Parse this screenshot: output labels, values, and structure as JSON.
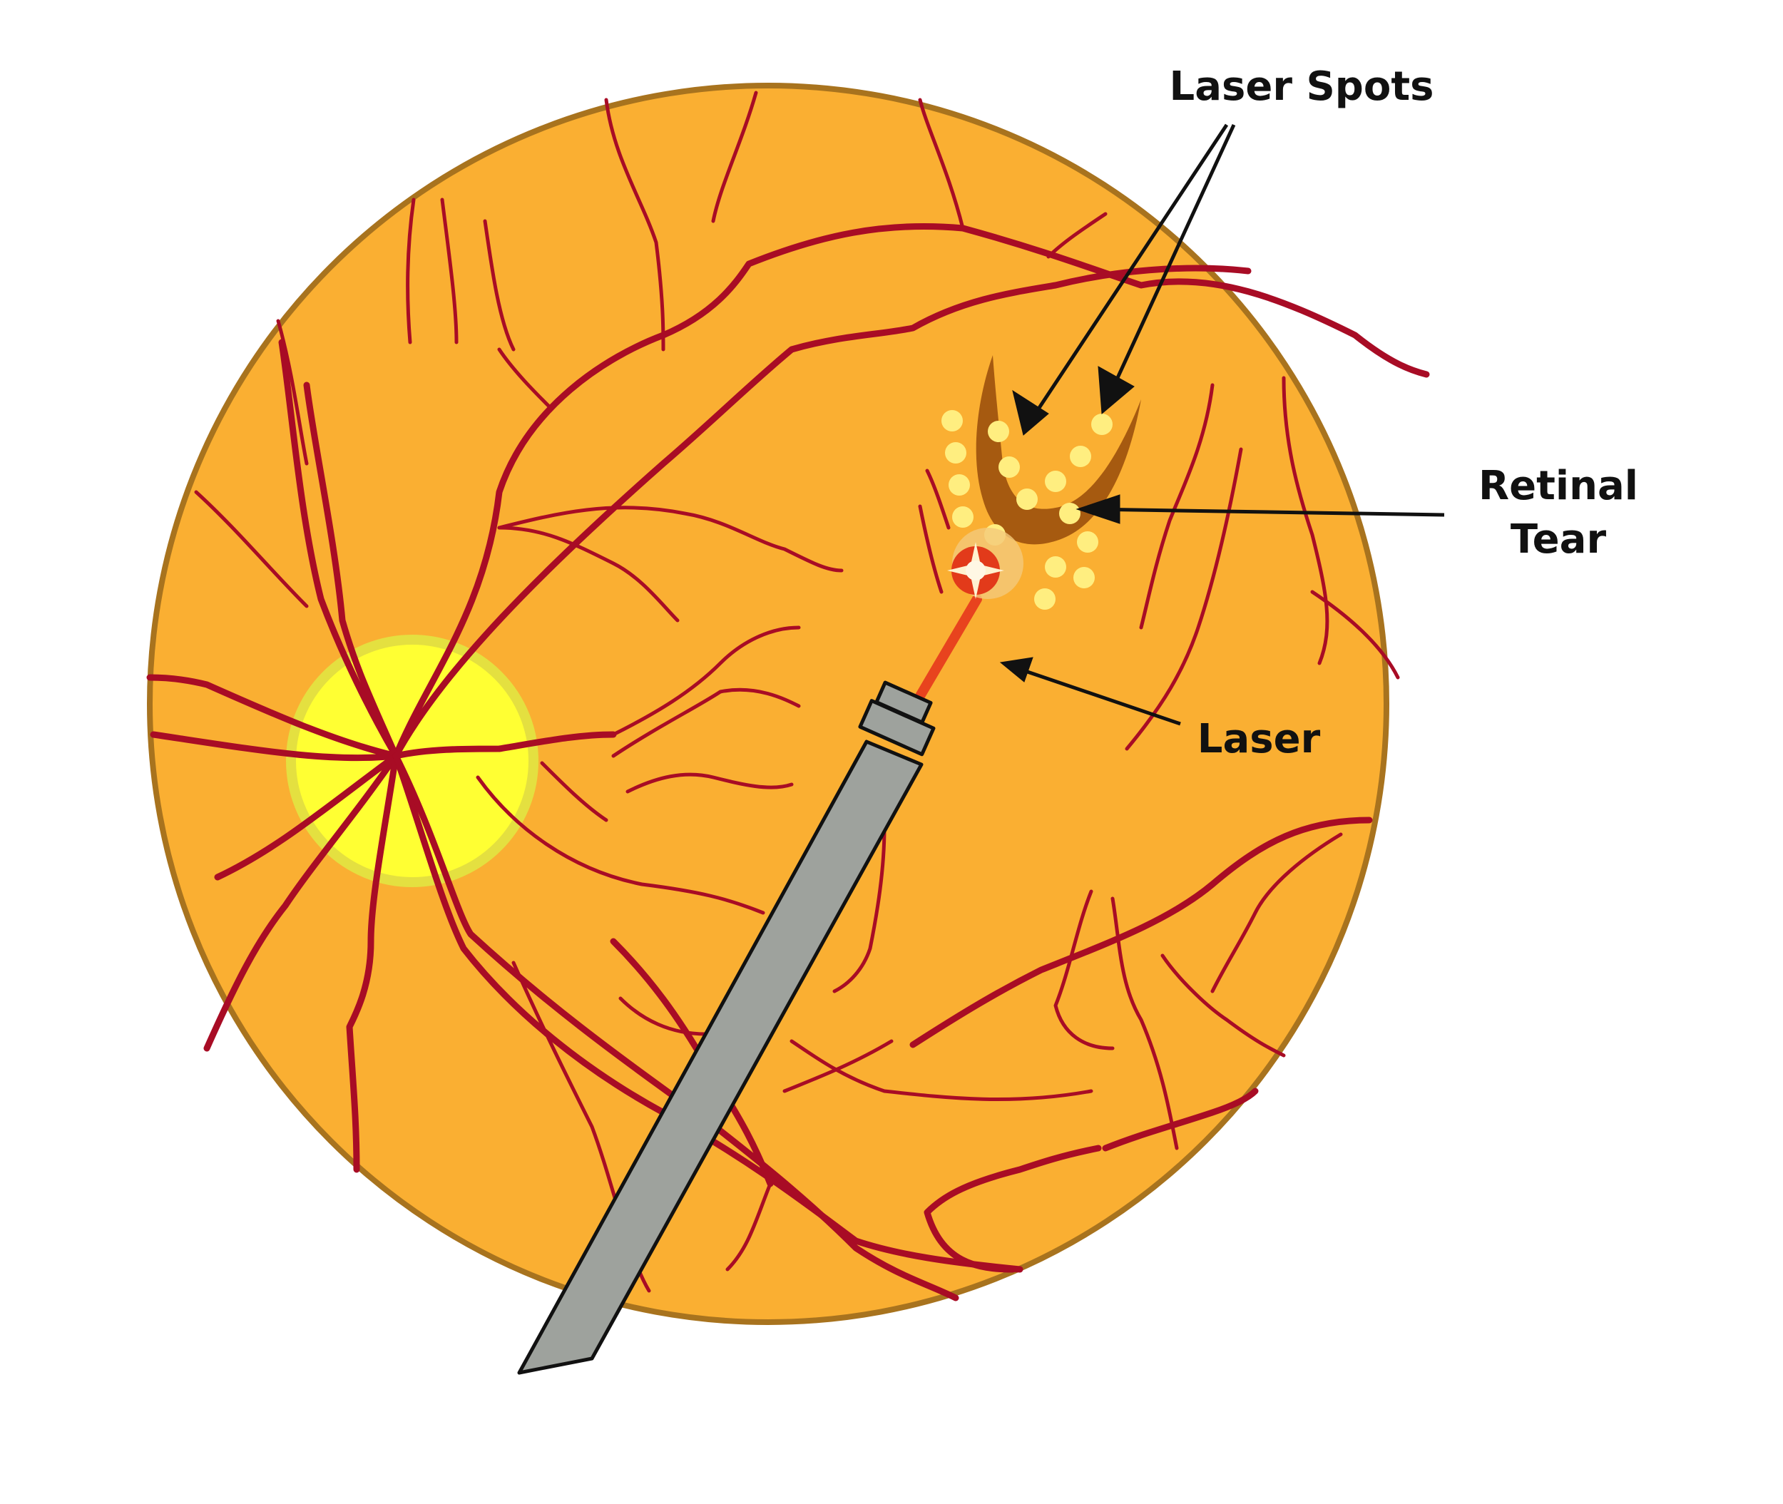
{
  "labels": {
    "laser_spots": "Laser Spots",
    "retinal_tear_line1": "Retinal",
    "retinal_tear_line2": "Tear",
    "laser": "Laser"
  },
  "colors": {
    "retina_fill": "#FAAF32",
    "retina_rim": "#A8731E",
    "optic_disc": "#FFFF33",
    "optic_disc_rim": "#E4E040",
    "vessel": "#A80C25",
    "laser_spot": "#FFEE80",
    "tear": "#A65A10",
    "laser_beam": "#E8431E",
    "probe": "#9EA29D",
    "arrow": "#111111"
  },
  "icons": {
    "probe": "laser-probe-icon",
    "burn": "laser-burn-icon"
  }
}
